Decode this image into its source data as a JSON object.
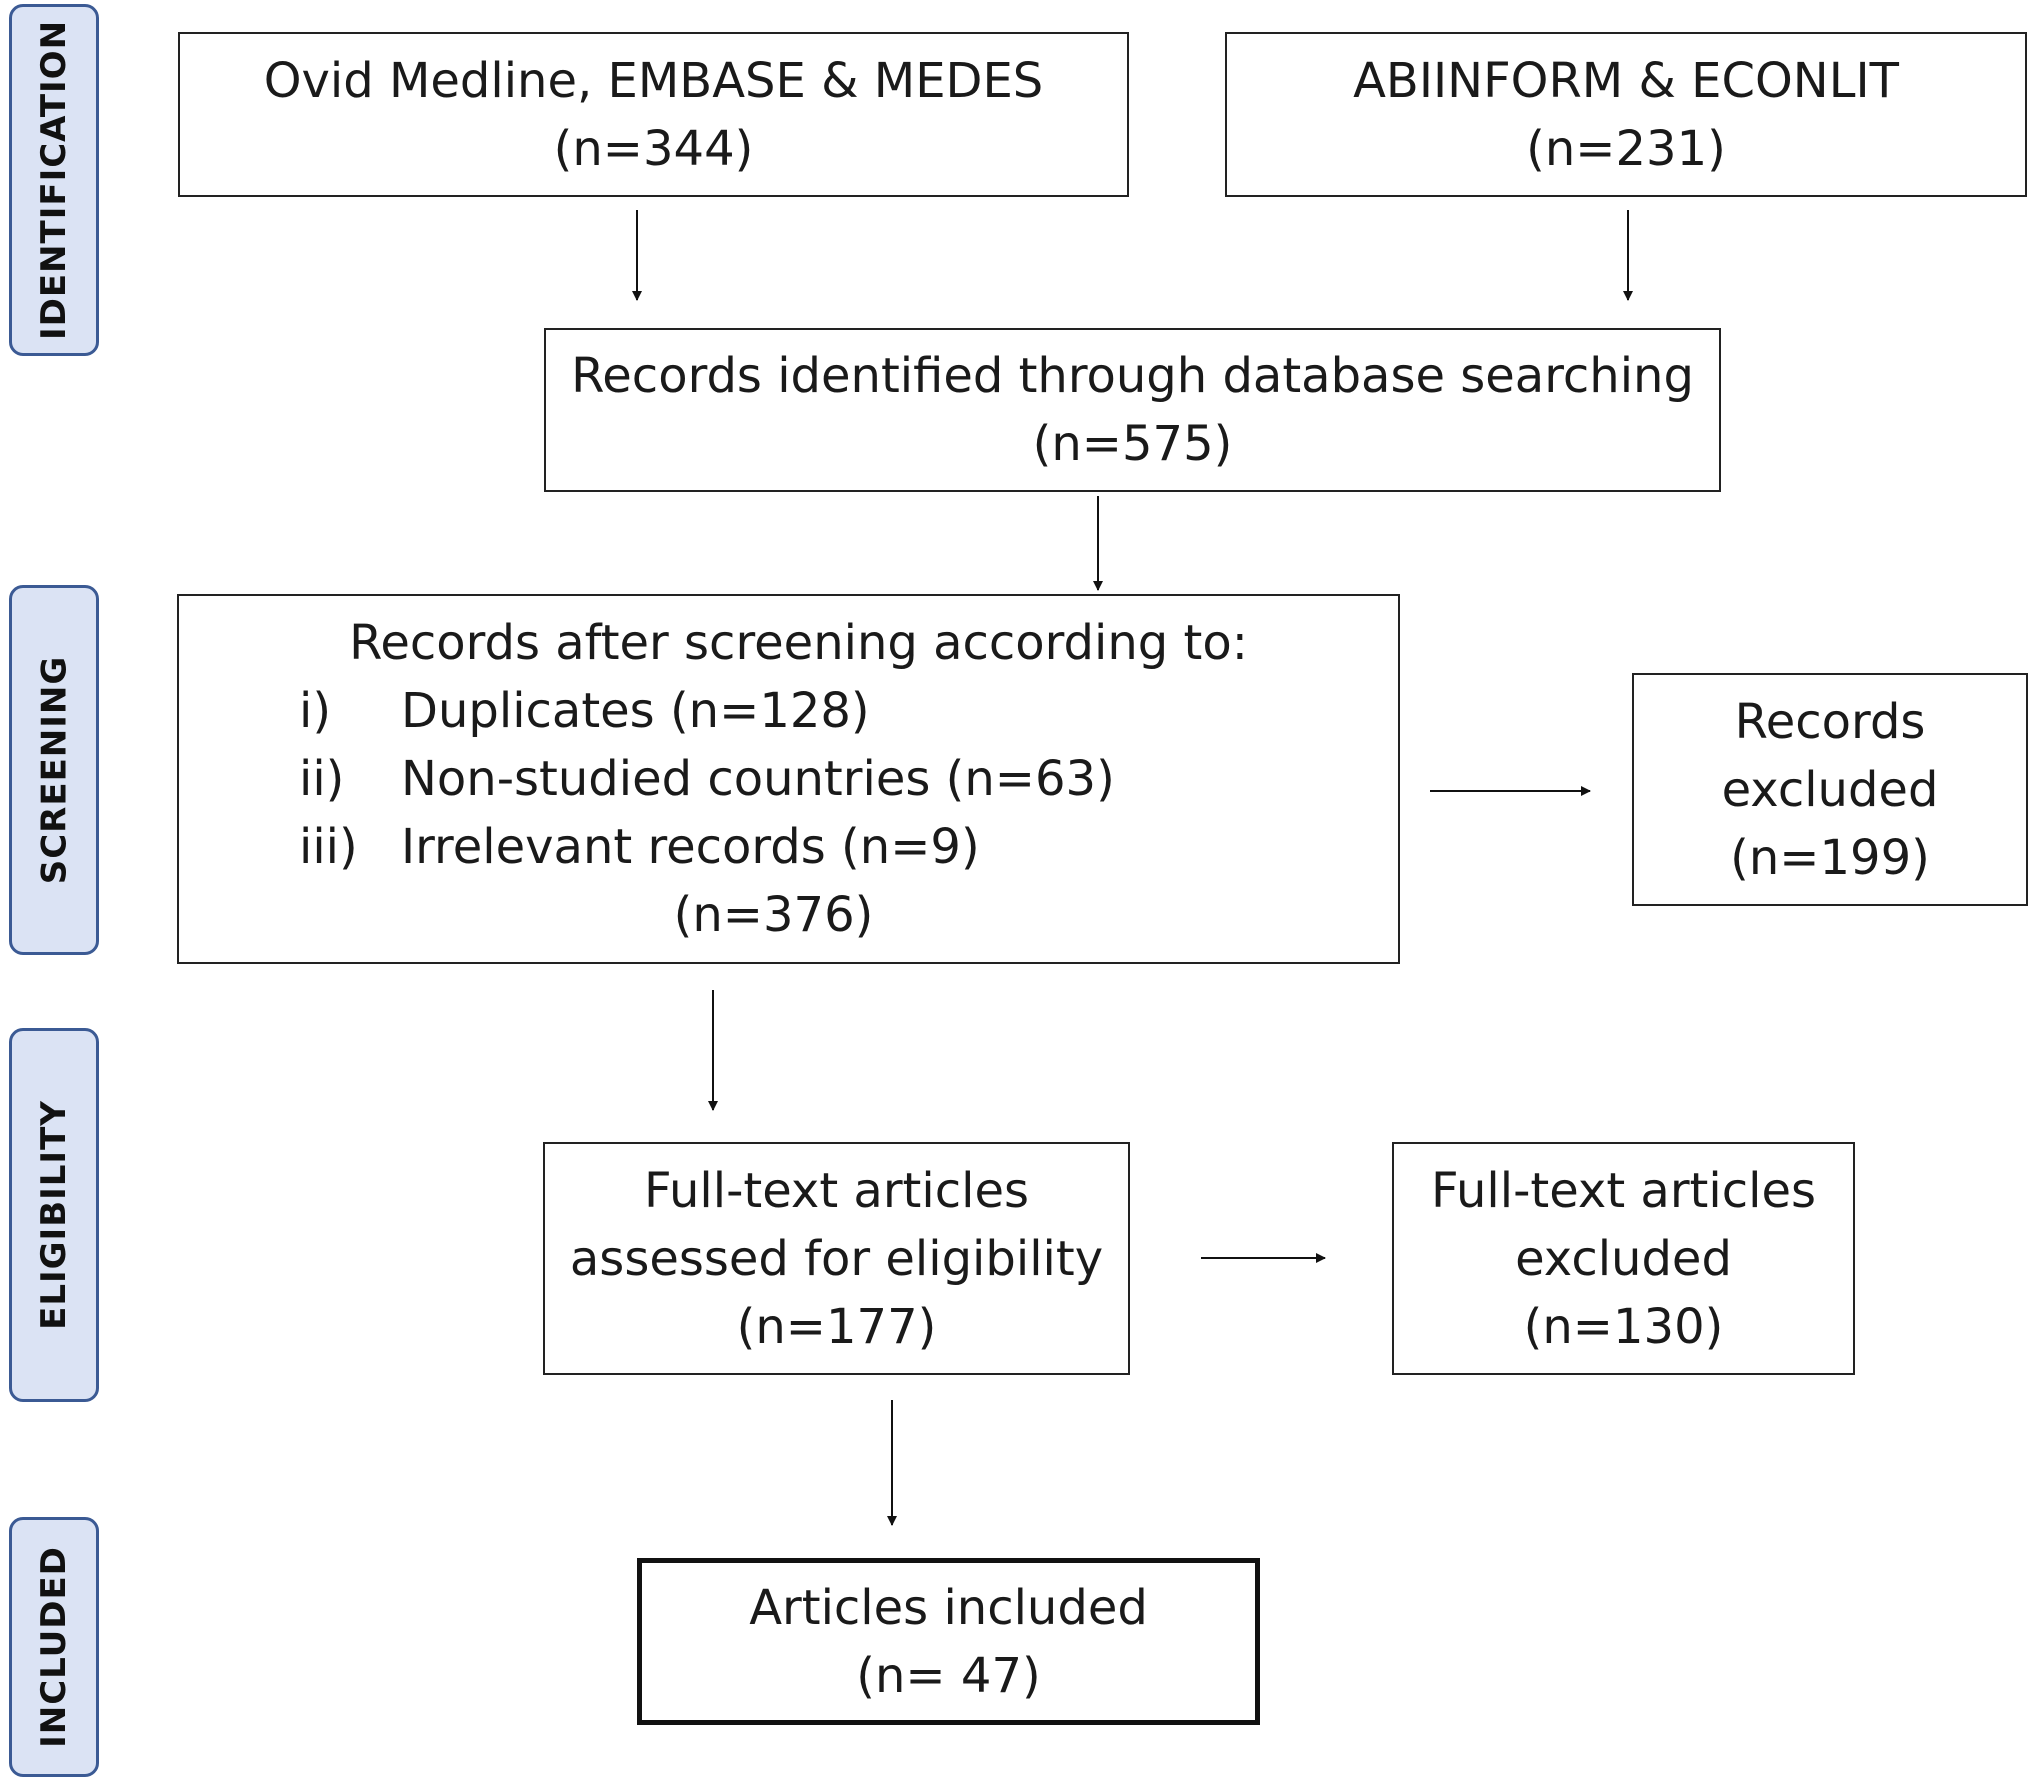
{
  "stages": {
    "identification": "IDENTIFICATION",
    "screening": "SCREENING",
    "eligibility": "ELIGIBILITY",
    "included": "INCLUDED"
  },
  "boxes": {
    "source_medline": {
      "line1": "Ovid Medline, EMBASE & MEDES",
      "line2": "(n=344)"
    },
    "source_abi": {
      "line1": "ABIINFORM & ECONLIT",
      "line2": "(n=231)"
    },
    "identified": {
      "line1": "Records identified through database searching",
      "line2": "(n=575)"
    },
    "screened": {
      "title": "Records after screening according to:",
      "criteria": [
        {
          "num": "i)",
          "text": "Duplicates (n=128)"
        },
        {
          "num": "ii)",
          "text": "Non-studied countries (n=63)"
        },
        {
          "num": "iii)",
          "text": "Irrelevant records (n=9)"
        }
      ],
      "count": "(n=376)"
    },
    "records_excluded": {
      "line1": "Records",
      "line2": "excluded",
      "line3": "(n=199)"
    },
    "fulltext_assessed": {
      "line1": "Full-text articles",
      "line2": "assessed for eligibility",
      "line3": "(n=177)"
    },
    "fulltext_excluded": {
      "line1": "Full-text articles",
      "line2": "excluded",
      "line3": "(n=130)"
    },
    "included": {
      "line1": "Articles included",
      "line2": "(n= 47)"
    }
  },
  "colors": {
    "stage_fill": "#dbe3f4",
    "stage_border": "#3b5a94",
    "box_border": "#222222"
  }
}
